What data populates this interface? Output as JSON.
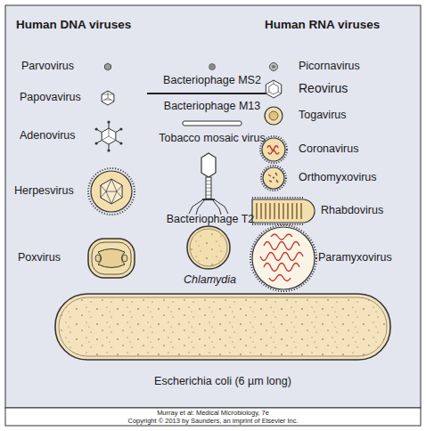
{
  "diagram": {
    "nodes": [
      {
        "text": [
          "Chlamydia"
        ]
      },
      {
        "text": [
          "Escherichia coli (6 µm long)"
        ]
      }
    ],
    "labels": [
      "Human DNA viruses",
      "Human RNA viruses",
      "Parvovirus",
      "Papovavirus",
      "Adenovirus",
      "Herpesvirus",
      "Poxvirus",
      "Bacteriophage MS2",
      "Bacteriophage M13",
      "Tobacco mosaic virus",
      "Bacteriophage T2",
      "Picornavirus",
      "Reovirus",
      "Togavirus",
      "Coronavirus",
      "Orthomyxovirus",
      "Rhabdovirus",
      "Paramyxovirus",
      "Murray et al: Medical Microbiology, 7e",
      "Copyright © 2013 by Saunders, an imprint of Elsevier Inc."
    ]
  }
}
